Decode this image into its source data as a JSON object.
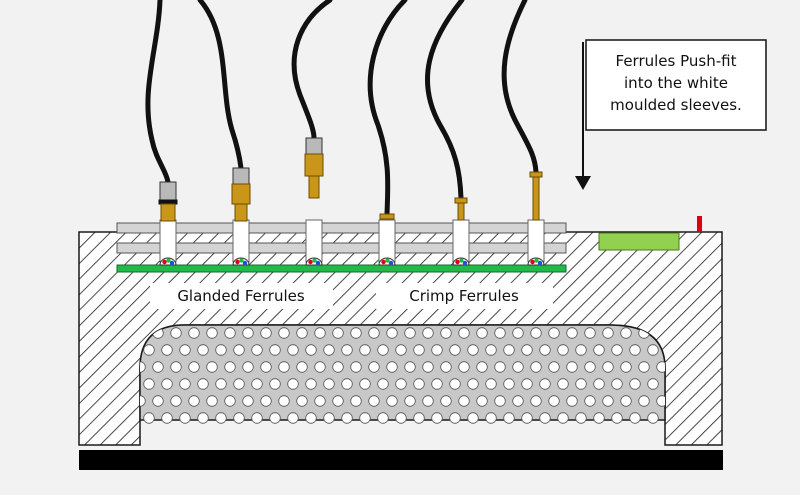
{
  "labels": {
    "glanded": "Glanded Ferrules",
    "crimp": "Crimp Ferrules"
  },
  "callout": {
    "line1": "Ferrules Push-fit",
    "line2": "into the white",
    "line3": "moulded sleeves."
  },
  "colors": {
    "background": "#f2f2f2",
    "hatch": "#1a1a1a",
    "plate": "#d4d4d4",
    "perforated": "#c8c8c8",
    "pcb": "#22b84a",
    "pad": "#92d050",
    "brass": "#c9961a",
    "cable": "#111111",
    "base": "#000000",
    "marker": "#e0000b"
  },
  "ferrules": [
    {
      "kind": "glanded",
      "led": "rgb"
    },
    {
      "kind": "glanded",
      "led": "rgb"
    },
    {
      "kind": "glanded",
      "led": "rgb"
    },
    {
      "kind": "crimp",
      "led": "rgb"
    },
    {
      "kind": "crimp",
      "led": "rgb"
    },
    {
      "kind": "crimp",
      "led": "rgb"
    }
  ]
}
